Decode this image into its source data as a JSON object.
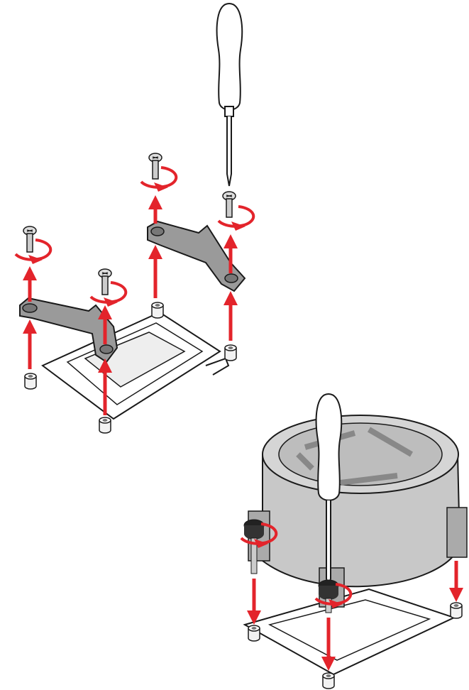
{
  "figure": {
    "description_labels": [],
    "colors": {
      "arrow": "#e3242b",
      "outline": "#1a1a1a",
      "bracket_fill": "#9a9a9a",
      "cooler_fill": "#c8c8c8",
      "socket_fill": "#ffffff",
      "standoff_fill": "#f2f2f2"
    },
    "icons": [
      "screwdriver-icon",
      "screw-icon",
      "rotate-arrow-icon",
      "up-arrow-icon",
      "down-arrow-icon",
      "retention-bracket",
      "cpu-socket",
      "cpu-cooler"
    ]
  }
}
